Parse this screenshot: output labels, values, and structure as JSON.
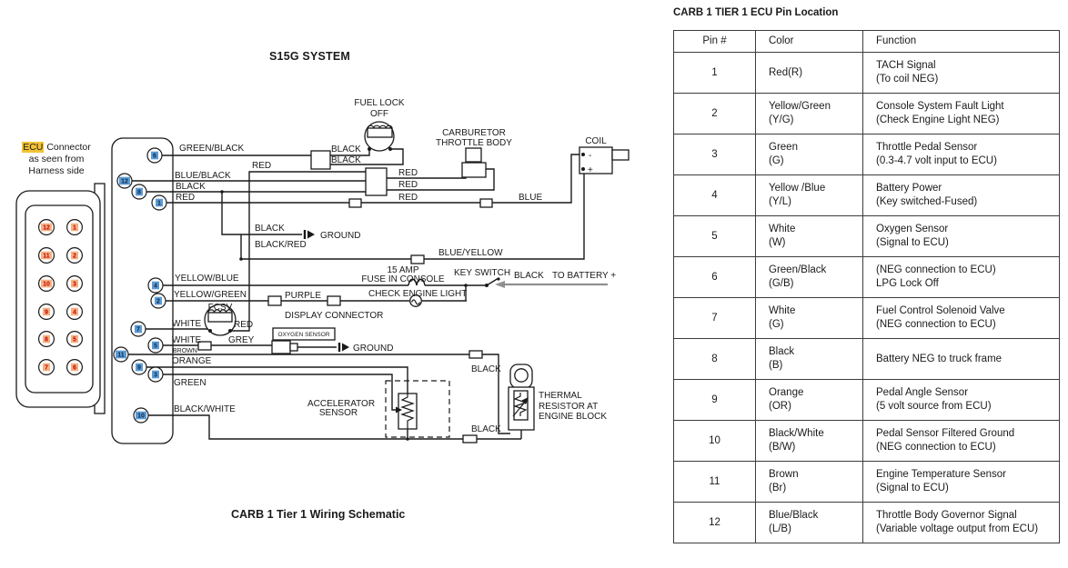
{
  "schematic": {
    "title": "S15G SYSTEM",
    "caption": "CARB 1 Tier 1 Wiring Schematic",
    "ecu_connector": {
      "label_highlight": "ECU",
      "label_rest": "Connector",
      "label_line2": "as seen from",
      "label_line3": "Harness side",
      "left_pins": [
        "12",
        "11",
        "10",
        "9",
        "8",
        "7"
      ],
      "right_pins": [
        "1",
        "2",
        "3",
        "4",
        "5",
        "6"
      ]
    },
    "pins": {
      "p6": "6",
      "p12": "12",
      "p8": "8",
      "p1": "1",
      "p4": "4",
      "p2": "2",
      "p7": "7",
      "p5": "5",
      "p11": "11",
      "p9": "9",
      "p3": "3",
      "p10": "10"
    },
    "labels": {
      "green_black": "GREEN/BLACK",
      "blue_black": "BLUE/BLACK",
      "black_p8": "BLACK",
      "red_p1": "RED",
      "red_vert": "RED",
      "black_fl_top": "BLACK",
      "black_fl_bot": "BLACK",
      "fuel_lock_1": "FUEL LOCK",
      "fuel_lock_2": "OFF",
      "carb_1": "CARBURETOR",
      "carb_2": "THROTTLE BODY",
      "coil": "COIL",
      "coil_minus": "-",
      "coil_plus": "+",
      "red_out1": "RED",
      "red_out2": "RED",
      "red_out3": "RED",
      "blue": "BLUE",
      "black_gnd": "BLACK",
      "black_red": "BLACK/RED",
      "ground1": "GROUND",
      "blue_yellow": "BLUE/YELLOW",
      "yellow_blue": "YELLOW/BLUE",
      "fuse_1": "15 AMP",
      "fuse_2": "FUSE IN CONSOLE",
      "key_switch": "KEY SWITCH",
      "black_batt": "BLACK",
      "to_battery": "TO BATTERY +",
      "yellow_green": "YELLOW/GREEN",
      "purple": "PURPLE",
      "check_engine": "CHECK ENGINE LIGHT",
      "display_connector": "DISPLAY CONNECTOR",
      "fcsv": "FCSV",
      "white_p7": "WHITE",
      "red_fcsv": "RED",
      "white_p5": "WHITE",
      "grey": "GREY",
      "oxygen_sensor": "OXYGEN SENSOR",
      "ground2": "GROUND",
      "brown": "BROWN",
      "orange": "ORANGE",
      "green": "GREEN",
      "black_white": "BLACK/WHITE",
      "accel_1": "ACCELERATOR",
      "accel_2": "SENSOR",
      "black_th_top": "BLACK",
      "black_th_bot": "BLACK",
      "thermal_1": "THERMAL",
      "thermal_2": "RESISTOR AT",
      "thermal_3": "ENGINE BLOCK"
    }
  },
  "pin_table": {
    "title": "CARB 1 TIER 1 ECU Pin Location",
    "headers": [
      "Pin #",
      "Color",
      "Function"
    ],
    "rows": [
      {
        "pin": "1",
        "color": [
          "Red(R)"
        ],
        "function": [
          "TACH Signal",
          "(To coil NEG)"
        ]
      },
      {
        "pin": "2",
        "color": [
          "Yellow/Green",
          "(Y/G)"
        ],
        "function": [
          "Console System Fault Light",
          "(Check Engine Light NEG)"
        ]
      },
      {
        "pin": "3",
        "color": [
          "Green",
          "(G)"
        ],
        "function": [
          "Throttle Pedal Sensor",
          "(0.3-4.7 volt input to ECU)"
        ]
      },
      {
        "pin": "4",
        "color": [
          "Yellow /Blue",
          "(Y/L)"
        ],
        "function": [
          "Battery Power",
          "(Key switched-Fused)"
        ]
      },
      {
        "pin": "5",
        "color": [
          "White",
          "(W)"
        ],
        "function": [
          "Oxygen Sensor",
          "(Signal to ECU)"
        ]
      },
      {
        "pin": "6",
        "color": [
          "Green/Black",
          "(G/B)"
        ],
        "function": [
          "(NEG connection to ECU)",
          "LPG Lock Off"
        ]
      },
      {
        "pin": "7",
        "color": [
          "White",
          "(G)"
        ],
        "function": [
          "Fuel Control Solenoid Valve",
          "(NEG connection to ECU)"
        ]
      },
      {
        "pin": "8",
        "color": [
          "Black",
          "(B)"
        ],
        "function": [
          "Battery NEG to truck frame"
        ]
      },
      {
        "pin": "9",
        "color": [
          "Orange",
          "(OR)"
        ],
        "function": [
          "Pedal Angle Sensor",
          "(5 volt source from ECU)"
        ]
      },
      {
        "pin": "10",
        "color": [
          "Black/White",
          "(B/W)"
        ],
        "function": [
          "Pedal Sensor Filtered Ground",
          "(NEG connection to ECU)"
        ]
      },
      {
        "pin": "11",
        "color": [
          "Brown",
          "(Br)"
        ],
        "function": [
          "Engine Temperature Sensor",
          "(Signal to ECU)"
        ]
      },
      {
        "pin": "12",
        "color": [
          "Blue/Black",
          "(L/B)"
        ],
        "function": [
          "Throttle Body Governor Signal",
          "(Variable voltage output from ECU)"
        ]
      }
    ]
  },
  "colors": {
    "schematic_pin_highlight": "#5b9bd5",
    "schematic_pin_number": "#0e2a47",
    "ecu_pin_highlight": "#f5b183",
    "ecu_pin_number": "#c00000",
    "ecu_label_highlight": "#f2c235",
    "battery_wire_gray": "#8f8f8f"
  }
}
